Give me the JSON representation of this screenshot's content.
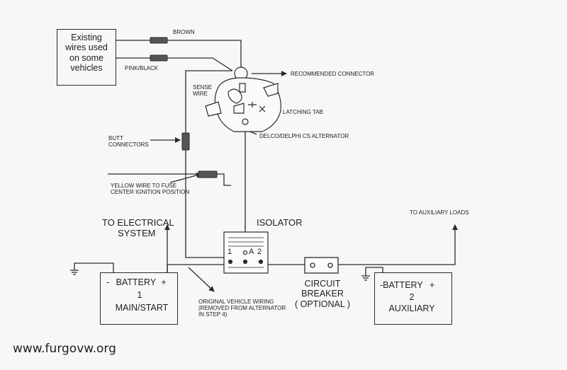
{
  "existing_wires_box": {
    "line1": "Existing",
    "line2": "wires used",
    "line3": "on some",
    "line4": "vehicles"
  },
  "wires": {
    "brown": "BROWN",
    "pink_black": "PINK/BLACK"
  },
  "alternator": {
    "recommended_connector": "RECOMMENDED CONNECTOR",
    "sense_wire_1": "SENSE",
    "sense_wire_2": "WIRE",
    "latching_tab": "LATCHING TAB",
    "name": "DELCO/DELPHI CS ALTERNATOR"
  },
  "butt_connectors": {
    "line1": "BUTT",
    "line2": "CONNECTORS"
  },
  "yellow_wire": {
    "line1": "YELLOW WIRE TO FUSE",
    "line2": "CENTER IGNITION POSITION"
  },
  "to_electrical": {
    "line1": "TO ELECTRICAL",
    "line2": "SYSTEM"
  },
  "isolator": {
    "title": "ISOLATOR",
    "terminal_1": "1",
    "terminal_a": "A",
    "terminal_2": "2"
  },
  "battery1": {
    "minus": "-",
    "label": "BATTERY",
    "plus": "+",
    "number": "1",
    "name": "MAIN/START"
  },
  "original_wiring": {
    "line1": "ORIGINAL VEHICLE WIRING",
    "line2": "(REMOVED FROM ALTERNATOR",
    "line3": "IN STEP 4)"
  },
  "circuit_breaker": {
    "line1": "CIRCUIT",
    "line2": "BREAKER",
    "line3": "( OPTIONAL )"
  },
  "to_aux_loads": "TO AUXILIARY LOADS",
  "battery2": {
    "minus": "-",
    "label": "BATTERY",
    "plus": "+",
    "number": "2",
    "name": "AUXILIARY"
  },
  "watermark": "www.furgovw.org"
}
